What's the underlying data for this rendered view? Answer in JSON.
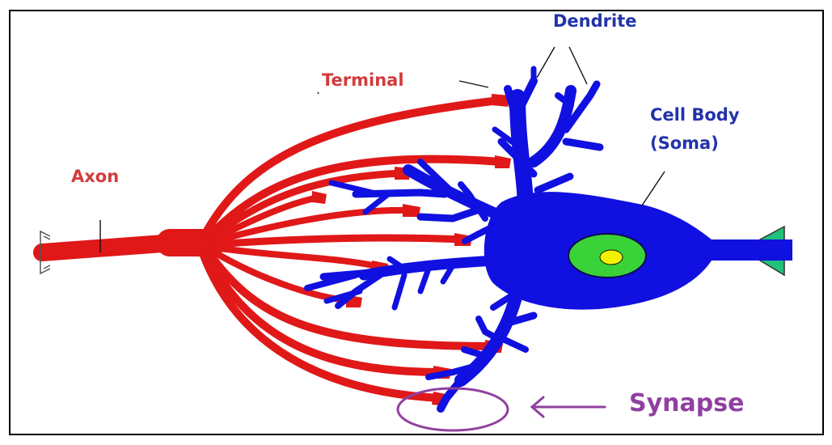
{
  "labels": {
    "axon": "Axon",
    "terminal": "Terminal",
    "dendrite": "Dendrite",
    "cell_body": "Cell Body",
    "soma": "(Soma)",
    "synapse": "Synapse"
  },
  "colors": {
    "axon": "#e01818",
    "axon_label": "#d23c3c",
    "neuron": "#1010e0",
    "neuron_label": "#2233aa",
    "nucleus": "#39d339",
    "nucleolus": "#f2f200",
    "synapse": "#9040a0",
    "end_cap": "#22c07a"
  },
  "icons": {
    "synapse_arrow": "left-arrow-icon",
    "synapse_marker": "circle-outline"
  }
}
